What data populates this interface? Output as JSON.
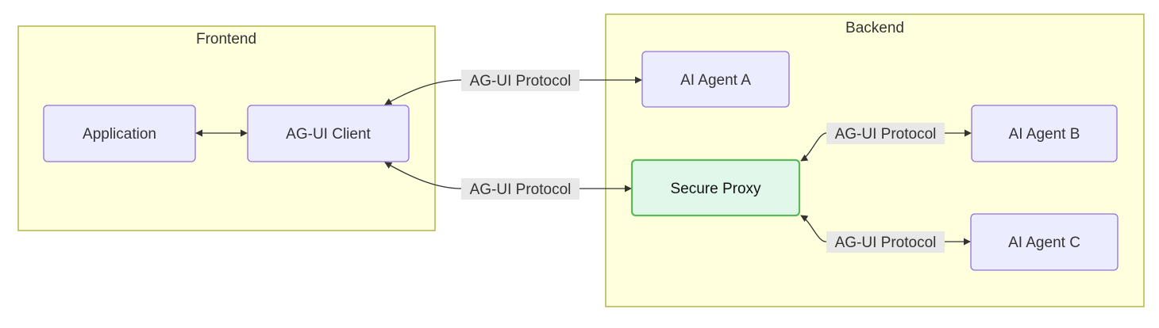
{
  "clusters": {
    "frontend": {
      "title": "Frontend"
    },
    "backend": {
      "title": "Backend"
    }
  },
  "nodes": {
    "application": {
      "label": "Application"
    },
    "ag_ui_client": {
      "label": "AG-UI Client"
    },
    "ai_agent_a": {
      "label": "AI Agent A"
    },
    "secure_proxy": {
      "label": "Secure Proxy"
    },
    "ai_agent_b": {
      "label": "AI Agent B"
    },
    "ai_agent_c": {
      "label": "AI Agent C"
    }
  },
  "edges": {
    "client_to_agent_a": {
      "label": "AG-UI Protocol"
    },
    "client_to_proxy": {
      "label": "AG-UI Protocol"
    },
    "proxy_to_agent_b": {
      "label": "AG-UI Protocol"
    },
    "proxy_to_agent_c": {
      "label": "AG-UI Protocol"
    }
  },
  "colors": {
    "cluster_fill": "#ffffde",
    "cluster_stroke": "#aaaa33",
    "node_fill": "#ececff",
    "node_stroke": "#9370db",
    "secure_node_fill": "#e0f7e9",
    "secure_node_stroke": "#5cb85c",
    "edge_label_bg": "#e8e8e8",
    "line": "#333333"
  }
}
